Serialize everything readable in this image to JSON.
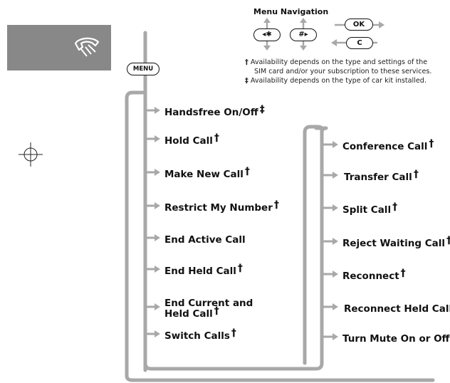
{
  "page_marks": {
    "phone_icon": "phone-handset-icon",
    "crosshair": "registration-mark-icon"
  },
  "menu_key": {
    "label": "MENU"
  },
  "navigation": {
    "title": "Menu Navigation",
    "keys": {
      "star": "◂✱",
      "hash": "#▸",
      "ok": "OK",
      "c": "C"
    }
  },
  "notes": [
    {
      "symbol": "†",
      "text": "Availability depends on the type and settings of the"
    },
    {
      "symbol": "",
      "text": "SIM card and/or your subscription to these services."
    },
    {
      "symbol": "‡",
      "text": "Availability depends on the type of car kit installed."
    }
  ],
  "left_menu": [
    {
      "label": "Handsfree On/Off",
      "mark": "‡"
    },
    {
      "label": "Hold Call",
      "mark": "†"
    },
    {
      "label": "Make New Call",
      "mark": "†"
    },
    {
      "label": "Restrict My Number",
      "mark": "†"
    },
    {
      "label": "End Active Call",
      "mark": ""
    },
    {
      "label": "End Held Call",
      "mark": "†"
    },
    {
      "label": "End Current and",
      "mark": ""
    },
    {
      "label": "Held Call",
      "mark": "†"
    },
    {
      "label": "Switch Calls",
      "mark": "†"
    }
  ],
  "right_menu": [
    {
      "label": "Conference Call",
      "mark": "†"
    },
    {
      "label": "Transfer Call",
      "mark": "†"
    },
    {
      "label": "Split Call",
      "mark": "†"
    },
    {
      "label": "Reject Waiting Call",
      "mark": "†"
    },
    {
      "label": "Reconnect",
      "mark": "†"
    },
    {
      "label": "Reconnect Held Call",
      "mark": "†"
    },
    {
      "label": "Turn Mute On or Off",
      "mark": ""
    }
  ]
}
